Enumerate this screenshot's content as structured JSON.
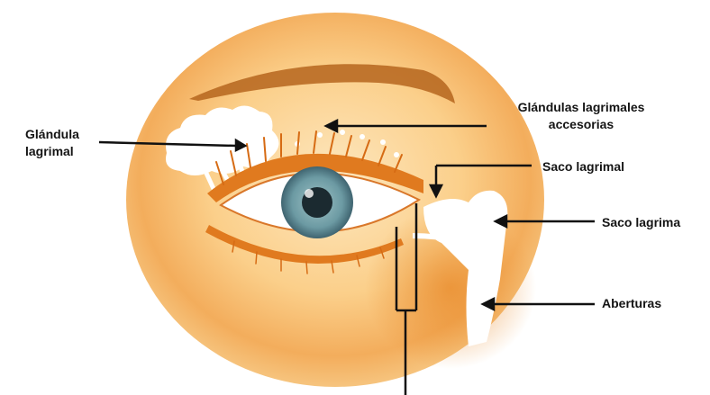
{
  "labels": {
    "lacrimal_gland_line1": "Glándula",
    "lacrimal_gland_line2": "lagrimal",
    "accessory_glands_line1": "Glándulas lagrimales",
    "accessory_glands_line2": "accesorias",
    "lacrimal_sac_upper": "Saco lagrimal",
    "lacrimal_sac_right": "Saco lagrima",
    "openings": "Aberturas"
  },
  "colors": {
    "face_light": "#fde3b4",
    "face_mid": "#f7b867",
    "face_dark": "#e88a2a",
    "eyebrow": "#b5651d",
    "iris": "#6c9aa3",
    "pupil": "#1b2a30",
    "gland": "#ffffff",
    "lid": "#e07a1f",
    "text": "#141414"
  }
}
